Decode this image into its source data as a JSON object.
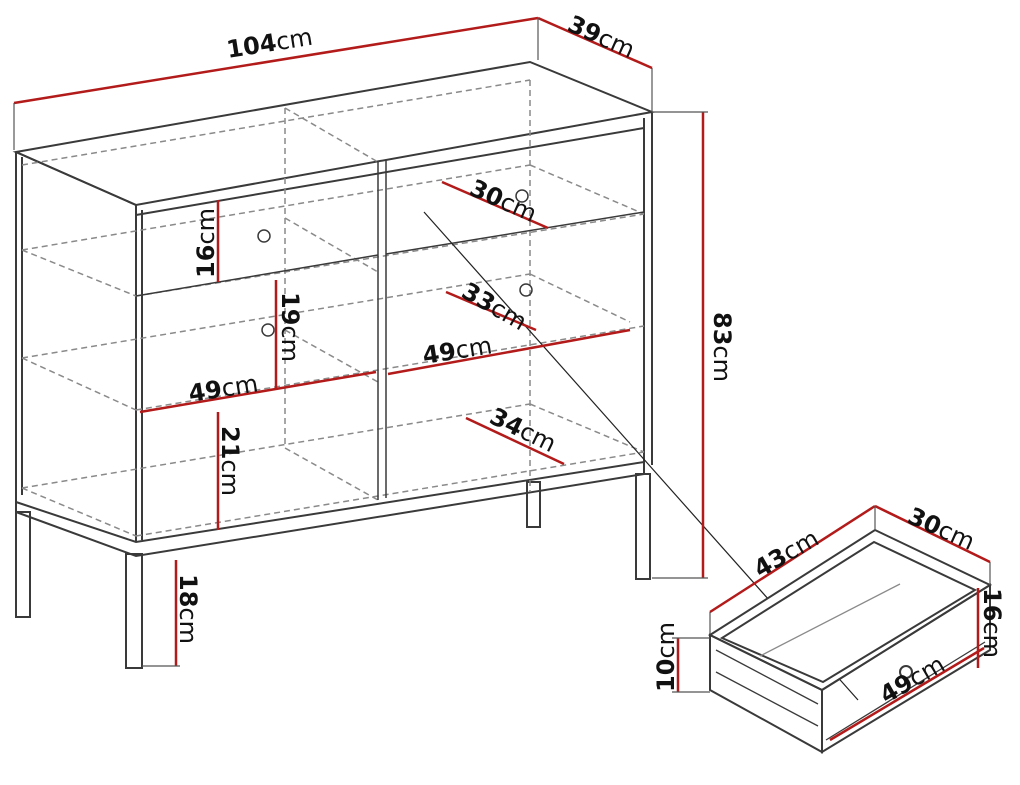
{
  "colors": {
    "dimension_line": "#b31b1b",
    "outline": "#3a3a3a",
    "hidden": "#8a8a8a",
    "background": "#ffffff"
  },
  "unit": "cm",
  "dimensions": {
    "width_total": "104",
    "depth_total": "39",
    "height_total": "83",
    "drawer_height_front": "16",
    "compartment_height": "19",
    "shelf_width_left": "49",
    "shelf_width_right": "49",
    "lower_compartment_height": "21",
    "leg_height": "18",
    "drawer_inner_depth": "30",
    "shelf_depth_middle": "33",
    "shelf_depth_bottom": "34",
    "drawer_box_length": "43",
    "drawer_box_depth": "30",
    "drawer_box_height_right": "16",
    "drawer_box_height_left": "10",
    "drawer_box_width": "49"
  }
}
